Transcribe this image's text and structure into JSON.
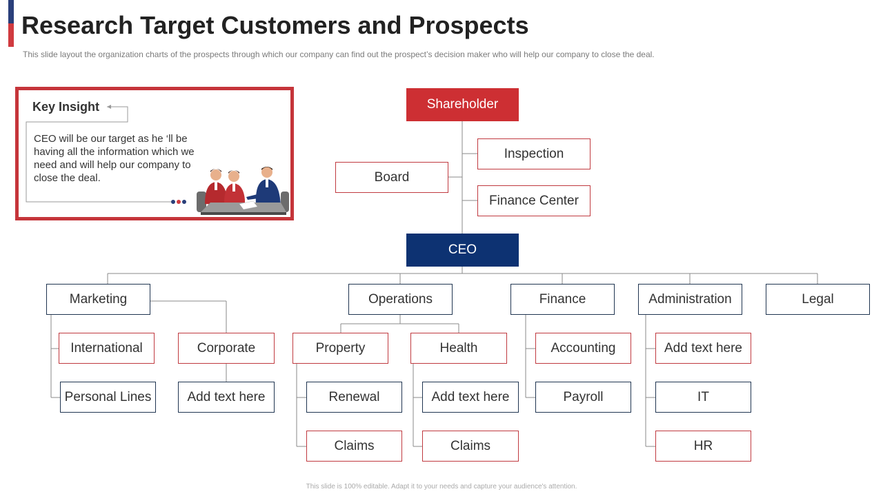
{
  "header": {
    "title": "Research Target Customers and Prospects",
    "subtitle": "This slide layout the organization charts of the prospects through which our company can find out the prospect’s decision maker who will help our company to close the deal."
  },
  "insight": {
    "title": "Key Insight",
    "text": "CEO will be our target as he ‘ll be having all the information which we need and will help our company to close the deal."
  },
  "org": {
    "shareholder": "Shareholder",
    "board": "Board",
    "inspection": "Inspection",
    "finance_center": "Finance Center",
    "ceo": "CEO",
    "departments": {
      "marketing": {
        "label": "Marketing",
        "international": "International",
        "personal_lines": "Personal Lines",
        "corporate": "Corporate",
        "corporate_sub": "Add text here"
      },
      "operations": {
        "label": "Operations",
        "property": "Property",
        "renewal": "Renewal",
        "property_claims": "Claims",
        "health": "Health",
        "health_sub": "Add text here",
        "health_claims": "Claims"
      },
      "finance": {
        "label": "Finance",
        "accounting": "Accounting",
        "payroll": "Payroll"
      },
      "administration": {
        "label": "Administration",
        "sub1": "Add text here",
        "it": "IT",
        "hr": "HR"
      },
      "legal": {
        "label": "Legal"
      }
    }
  },
  "footer": {
    "text": "This slide is 100% editable. Adapt it to your needs and capture your audience's attention."
  },
  "colors": {
    "red": "#cd2f33",
    "navy": "#0d3272",
    "frame_red": "#c5353a"
  }
}
